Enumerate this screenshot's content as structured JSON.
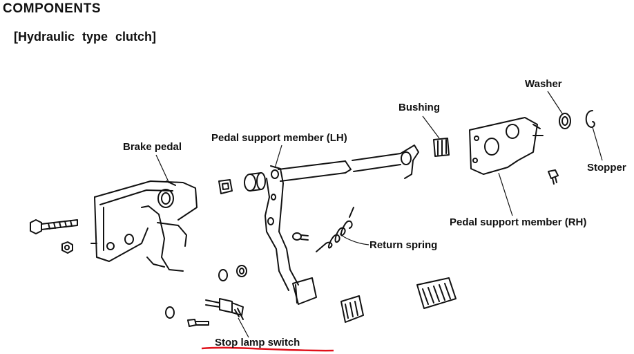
{
  "header": {
    "title": "COMPONENTS",
    "subtitle": "[Hydraulic  type  clutch]"
  },
  "labels": {
    "washer": "Washer",
    "bushing": "Bushing",
    "stopper": "Stopper",
    "brake_pedal": "Brake pedal",
    "pedal_support_lh": "Pedal support member (LH)",
    "pedal_support_rh": "Pedal support member (RH)",
    "return_spring": "Return spring",
    "stop_lamp_switch": "Stop lamp switch"
  },
  "colors": {
    "ink": "#111111",
    "highlight_underline": "#e0101a"
  }
}
